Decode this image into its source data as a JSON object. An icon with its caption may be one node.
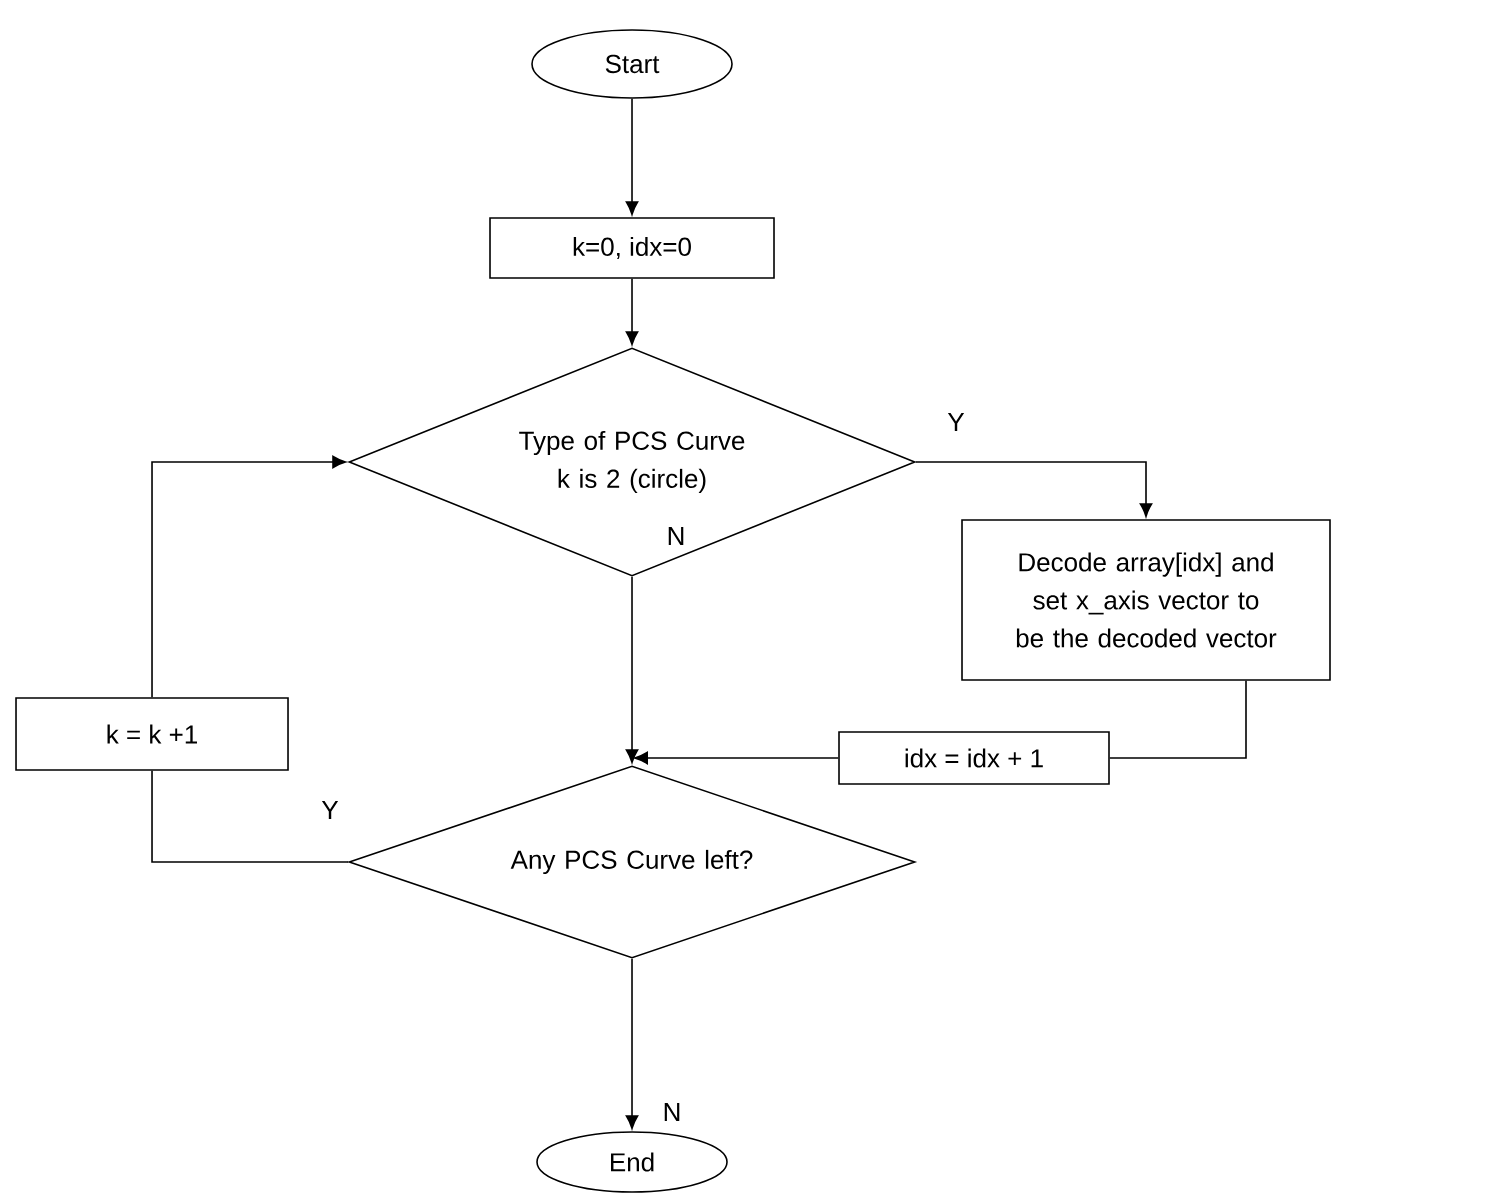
{
  "diagram": {
    "nodes": [
      {
        "text": [
          "Start"
        ]
      },
      {
        "text": [
          "k=0, idx=0"
        ]
      },
      {
        "text": [
          "Type of PCS Curve k is 2 (circle)"
        ]
      },
      {
        "text": [
          "Decode array[idx] and set x_axis vector to be the decoded vector"
        ]
      },
      {
        "text": [
          "idx = idx + 1"
        ]
      },
      {
        "text": [
          "k = k +1"
        ]
      },
      {
        "text": [
          "Any PCS Curve left?"
        ]
      },
      {
        "text": [
          "End"
        ]
      }
    ],
    "edges": [
      {
        "from": 0,
        "to": 1,
        "arrow": "to"
      },
      {
        "from": 1,
        "to": 2,
        "arrow": "to"
      },
      {
        "from": 2,
        "to": 3,
        "arrow": "to",
        "label": "Y"
      },
      {
        "from": 2,
        "to": 6,
        "arrow": "to",
        "label": "N"
      },
      {
        "from": 3,
        "to": 4,
        "arrow": "none"
      },
      {
        "from": 4,
        "to": 6,
        "arrow": "to"
      },
      {
        "from": 6,
        "to": 5,
        "arrow": "none",
        "label": "Y"
      },
      {
        "from": 5,
        "to": 2,
        "arrow": "to"
      },
      {
        "from": 6,
        "to": 7,
        "arrow": "to",
        "label": "N"
      }
    ]
  }
}
